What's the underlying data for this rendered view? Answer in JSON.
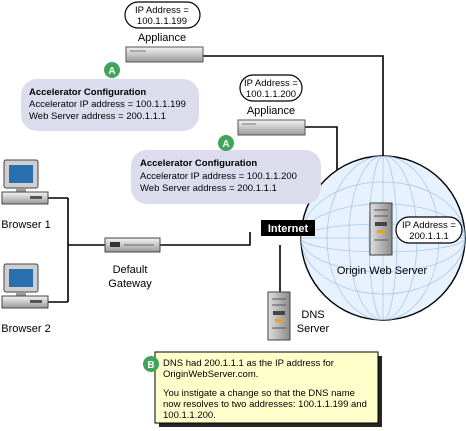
{
  "appliance1": {
    "ip_line1": "IP Address =",
    "ip_line2": "100.1.1.199",
    "label": "Appliance"
  },
  "appliance2": {
    "ip_line1": "IP Address =",
    "ip_line2": "100.1.1.200",
    "label": "Appliance"
  },
  "config1": {
    "badge": "A",
    "title": "Accelerator Configuration",
    "line1": "Accelerator IP address = 100.1.1.199",
    "line2": "Web Server address = 200.1.1.1"
  },
  "config2": {
    "badge": "A",
    "title": "Accelerator Configuration",
    "line1": "Accelerator IP address = 100.1.1.200",
    "line2": "Web Server address = 200.1.1.1"
  },
  "internet_label": "Internet",
  "origin_server": {
    "ip_line1": "IP Address =",
    "ip_line2": "200.1.1.1",
    "label": "Origin Web Server"
  },
  "browser1_label": "Browser 1",
  "browser2_label": "Browser 2",
  "gateway": {
    "line1": "Default",
    "line2": "Gateway"
  },
  "dns_server": {
    "line1": "DNS",
    "line2": "Server"
  },
  "note": {
    "badge": "B",
    "line1": "DNS had 200.1.1.1 as the IP address for",
    "line2": "OriginWebServer.com.",
    "line3": "You instigate a change so that the DNS name",
    "line4": "now resolves to two addresses: 100.1.1.199 and",
    "line5": "100.1.1.200."
  },
  "colors": {
    "badge_green": "#3fa659",
    "config_fill": "#dcdcec",
    "note_fill": "#ffffcc",
    "globe_fill": "#e8f2ff",
    "globe_grid": "#a8c8ea",
    "line": "#000000"
  }
}
